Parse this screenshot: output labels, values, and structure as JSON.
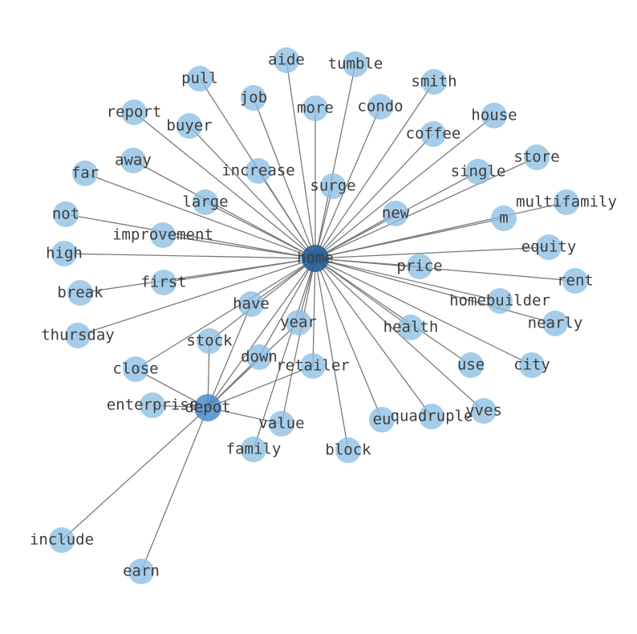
{
  "graph": {
    "hubs": [
      {
        "id": "home",
        "label": "home",
        "color": "#1f5c99"
      },
      {
        "id": "depot",
        "label": "depot",
        "color": "#4a8cc8"
      }
    ],
    "node_color": "#8cbfe3",
    "edge_color": "#7a7a7a",
    "nodes": [
      {
        "id": "aide",
        "label": "aide"
      },
      {
        "id": "tumble",
        "label": "tumble"
      },
      {
        "id": "pull",
        "label": "pull"
      },
      {
        "id": "smith",
        "label": "smith"
      },
      {
        "id": "job",
        "label": "job"
      },
      {
        "id": "more",
        "label": "more"
      },
      {
        "id": "condo",
        "label": "condo"
      },
      {
        "id": "report",
        "label": "report"
      },
      {
        "id": "house",
        "label": "house"
      },
      {
        "id": "buyer",
        "label": "buyer"
      },
      {
        "id": "coffee",
        "label": "coffee"
      },
      {
        "id": "away",
        "label": "away"
      },
      {
        "id": "store",
        "label": "store"
      },
      {
        "id": "far",
        "label": "far"
      },
      {
        "id": "increase",
        "label": "increase"
      },
      {
        "id": "single",
        "label": "single"
      },
      {
        "id": "surge",
        "label": "surge"
      },
      {
        "id": "large",
        "label": "large"
      },
      {
        "id": "multifamily",
        "label": "multifamily"
      },
      {
        "id": "not",
        "label": "not"
      },
      {
        "id": "new",
        "label": "new"
      },
      {
        "id": "m",
        "label": "m"
      },
      {
        "id": "improvement",
        "label": "improvement"
      },
      {
        "id": "equity",
        "label": "equity"
      },
      {
        "id": "high",
        "label": "high"
      },
      {
        "id": "price",
        "label": "price"
      },
      {
        "id": "rent",
        "label": "rent"
      },
      {
        "id": "first",
        "label": "first"
      },
      {
        "id": "break",
        "label": "break"
      },
      {
        "id": "homebuilder",
        "label": "homebuilder"
      },
      {
        "id": "have",
        "label": "have"
      },
      {
        "id": "nearly",
        "label": "nearly"
      },
      {
        "id": "year",
        "label": "year"
      },
      {
        "id": "health",
        "label": "health"
      },
      {
        "id": "thursday",
        "label": "thursday"
      },
      {
        "id": "stock",
        "label": "stock"
      },
      {
        "id": "down",
        "label": "down"
      },
      {
        "id": "retailer",
        "label": "retailer"
      },
      {
        "id": "use",
        "label": "use"
      },
      {
        "id": "city",
        "label": "city"
      },
      {
        "id": "close",
        "label": "close"
      },
      {
        "id": "yves",
        "label": "yves"
      },
      {
        "id": "enterprise",
        "label": "enterprise"
      },
      {
        "id": "eu",
        "label": "eu"
      },
      {
        "id": "quadruple",
        "label": "quadruple"
      },
      {
        "id": "value",
        "label": "value"
      },
      {
        "id": "family",
        "label": "family"
      },
      {
        "id": "block",
        "label": "block"
      },
      {
        "id": "include",
        "label": "include"
      },
      {
        "id": "earn",
        "label": "earn"
      }
    ],
    "edges": [
      [
        "home",
        "aide"
      ],
      [
        "home",
        "tumble"
      ],
      [
        "home",
        "pull"
      ],
      [
        "home",
        "smith"
      ],
      [
        "home",
        "job"
      ],
      [
        "home",
        "more"
      ],
      [
        "home",
        "condo"
      ],
      [
        "home",
        "report"
      ],
      [
        "home",
        "house"
      ],
      [
        "home",
        "buyer"
      ],
      [
        "home",
        "coffee"
      ],
      [
        "home",
        "away"
      ],
      [
        "home",
        "store"
      ],
      [
        "home",
        "far"
      ],
      [
        "home",
        "increase"
      ],
      [
        "home",
        "single"
      ],
      [
        "home",
        "surge"
      ],
      [
        "home",
        "large"
      ],
      [
        "home",
        "multifamily"
      ],
      [
        "home",
        "not"
      ],
      [
        "home",
        "new"
      ],
      [
        "home",
        "m"
      ],
      [
        "home",
        "improvement"
      ],
      [
        "home",
        "equity"
      ],
      [
        "home",
        "high"
      ],
      [
        "home",
        "price"
      ],
      [
        "home",
        "rent"
      ],
      [
        "home",
        "first"
      ],
      [
        "home",
        "break"
      ],
      [
        "home",
        "homebuilder"
      ],
      [
        "home",
        "have"
      ],
      [
        "home",
        "nearly"
      ],
      [
        "home",
        "year"
      ],
      [
        "home",
        "health"
      ],
      [
        "home",
        "thursday"
      ],
      [
        "home",
        "stock"
      ],
      [
        "home",
        "down"
      ],
      [
        "home",
        "retailer"
      ],
      [
        "home",
        "use"
      ],
      [
        "home",
        "city"
      ],
      [
        "home",
        "close"
      ],
      [
        "home",
        "yves"
      ],
      [
        "home",
        "eu"
      ],
      [
        "home",
        "quadruple"
      ],
      [
        "home",
        "value"
      ],
      [
        "home",
        "family"
      ],
      [
        "home",
        "block"
      ],
      [
        "home",
        "depot"
      ],
      [
        "depot",
        "have"
      ],
      [
        "depot",
        "year"
      ],
      [
        "depot",
        "stock"
      ],
      [
        "depot",
        "down"
      ],
      [
        "depot",
        "retailer"
      ],
      [
        "depot",
        "close"
      ],
      [
        "depot",
        "enterprise"
      ],
      [
        "depot",
        "value"
      ],
      [
        "depot",
        "include"
      ],
      [
        "depot",
        "earn"
      ]
    ]
  }
}
